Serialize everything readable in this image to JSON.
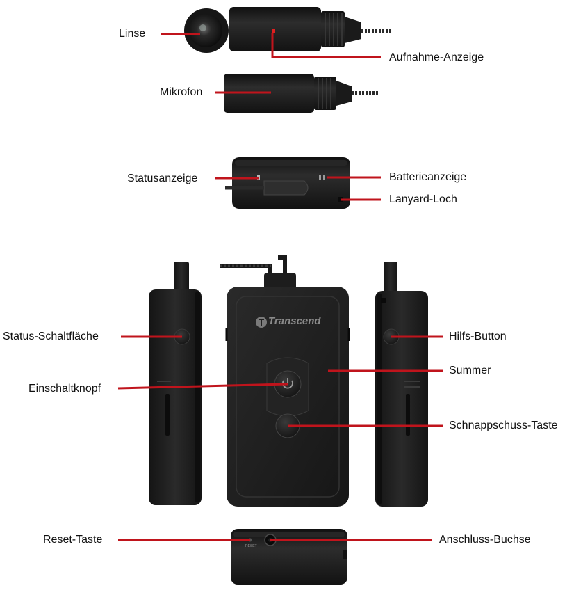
{
  "brand": {
    "name": "Transcend"
  },
  "device_markings": {
    "reset": "RESET"
  },
  "labels": {
    "lens": "Linse",
    "recording_indicator": "Aufnahme-Anzeige",
    "microphone": "Mikrofon",
    "status_indicator": "Statusanzeige",
    "battery_indicator": "Batterieanzeige",
    "lanyard_hole": "Lanyard-Loch",
    "status_button": "Status-Schaltfläche",
    "help_button": "Hilfs-Button",
    "buzzer": "Summer",
    "power_button": "Einschaltknopf",
    "snapshot_button": "Schnappschuss-Taste",
    "reset_button": "Reset-Taste",
    "connector_jack": "Anschluss-Buchse"
  },
  "colors": {
    "leader_line": "#c0141c",
    "device_body": "#1b1b1b",
    "device_edge": "#2e2e2e",
    "background": "#ffffff"
  }
}
